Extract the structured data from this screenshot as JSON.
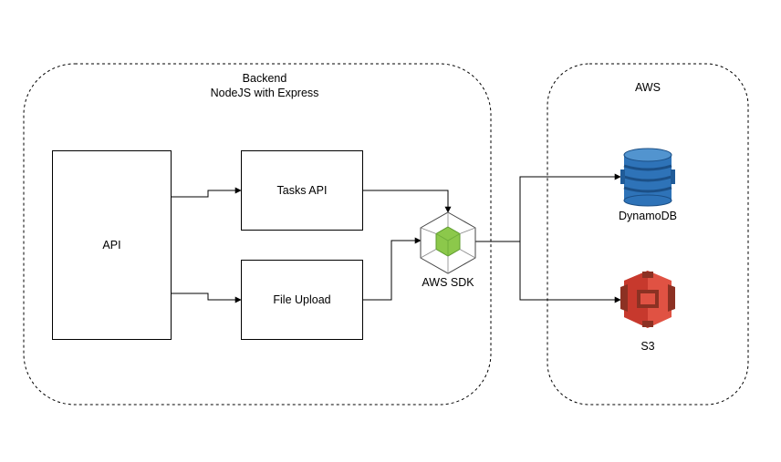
{
  "groups": {
    "backend": {
      "title": "Backend",
      "subtitle": "NodeJS with Express"
    },
    "aws": {
      "title": "AWS"
    }
  },
  "nodes": {
    "api": {
      "label": "API"
    },
    "tasks_api": {
      "label": "Tasks API"
    },
    "file_upload": {
      "label": "File Upload"
    },
    "aws_sdk": {
      "label": "AWS SDK",
      "icon": "nodejs-hexagon-icon"
    },
    "dynamodb": {
      "label": "DynamoDB",
      "icon": "dynamodb-icon"
    },
    "s3": {
      "label": "S3",
      "icon": "s3-bucket-icon"
    }
  },
  "colors": {
    "line": "#000000",
    "group_border": "#000000",
    "node_green": "#8cc84b",
    "node_green_dark": "#5d9b2e",
    "dynamo_blue": "#2e73b8",
    "dynamo_dark": "#205b98",
    "s3_red": "#e05243",
    "s3_dark": "#8c3123"
  }
}
